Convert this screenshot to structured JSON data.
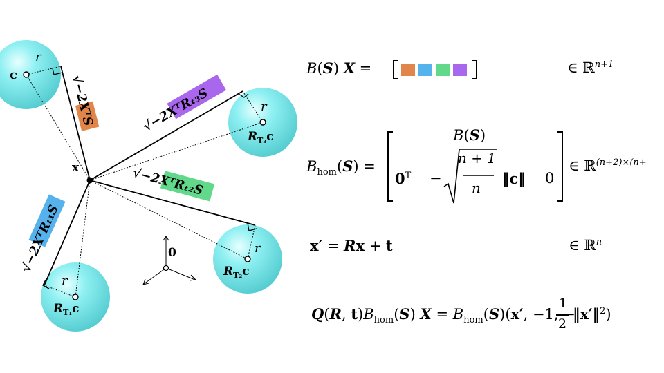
{
  "diagram": {
    "labels": {
      "center_point": "c",
      "radius": "r",
      "origin": "0",
      "query_point": "x",
      "rt3c_main": "R",
      "rt3c_sub": "T₃",
      "rt3c_c": "c",
      "rt2c_main": "R",
      "rt2c_sub": "T₂",
      "rt2c_c": "c",
      "rt1c_main": "R",
      "rt1c_sub": "T₁",
      "rt1c_c": "c",
      "dist_orange": "√−2XᵀS",
      "dist_purple": "√−2XᵀRₜ₃S",
      "dist_green": "√−2XᵀRₜ₂S",
      "dist_blue": "√−2XᵀRₜ₁S"
    },
    "colors": {
      "sphere": "#6ee6ea",
      "orange": "#e0864a",
      "blue": "#55b2ec",
      "green": "#62d98a",
      "purple": "#a967ee"
    }
  },
  "equations": {
    "eq1": {
      "lhs_B": "B",
      "lhs_S": "S",
      "lhs_X": "X",
      "equals": "=",
      "member": "∈ ℝ",
      "power": "n+1"
    },
    "eq2": {
      "lhs_B": "B",
      "lhs_sub": "hom",
      "lhs_S": "S",
      "equals": "=",
      "row1_B": "B",
      "row1_S": "S",
      "zero": "0",
      "zero_sup": "T",
      "minus": "−",
      "frac_num": "n + 1",
      "frac_den": "n",
      "norm_c": "‖c‖",
      "last_zero": "0",
      "member": "∈ ℝ",
      "power": "(n+2)×(n+"
    },
    "eq3": {
      "x_prime": "x′",
      "equals": "=",
      "R": "R",
      "x": "x",
      "plus": "+",
      "t": "t",
      "member": "∈ ℝ",
      "power": "n"
    },
    "eq4": {
      "Q": "Q",
      "R": "R",
      "t": "t",
      "B": "B",
      "hom": "hom",
      "S": "S",
      "X": "X",
      "equals": "=",
      "B2": "B",
      "hom2": "hom",
      "S2": "S",
      "x_prime": "x′",
      "neg_one": "−1",
      "neg": "−",
      "half_num": "1",
      "half_den": "2",
      "norm": "‖x′‖",
      "sq": "2"
    }
  }
}
